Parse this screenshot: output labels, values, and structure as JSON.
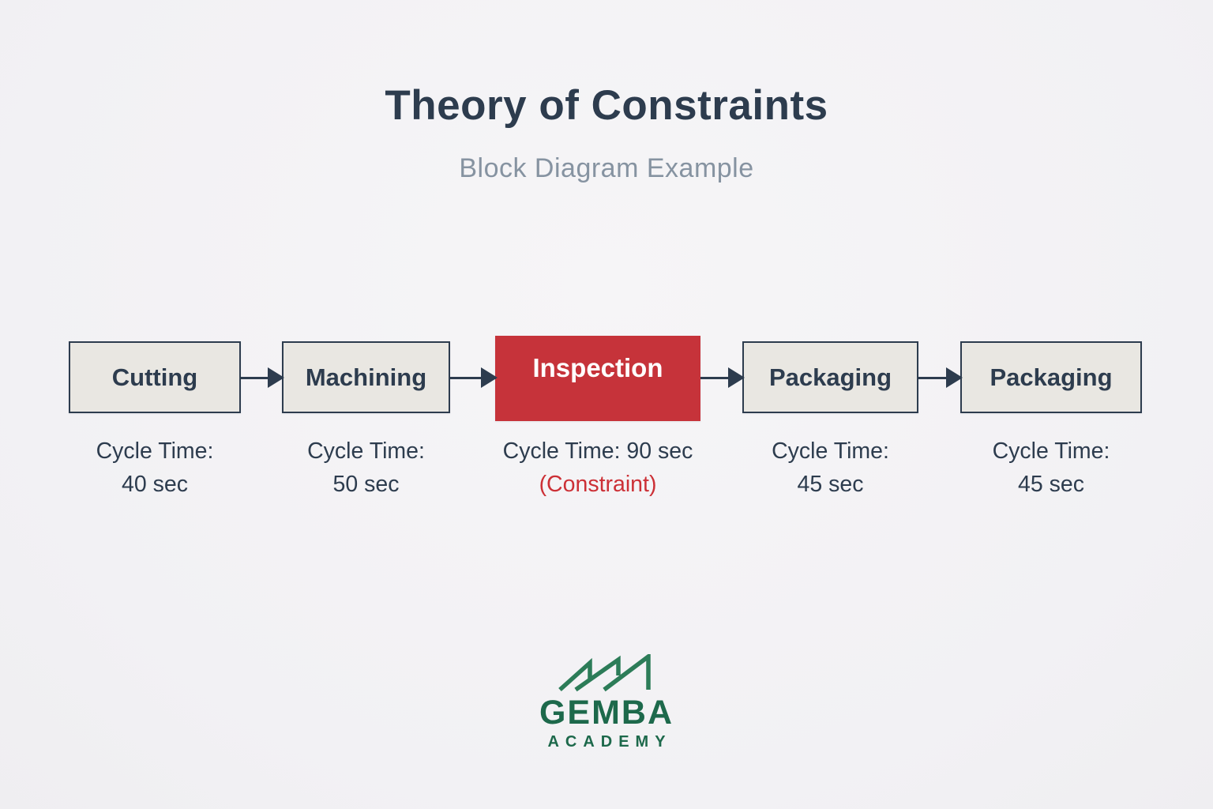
{
  "header": {
    "title": "Theory of Constraints",
    "subtitle": "Block Diagram Example"
  },
  "blocks": [
    {
      "label": "Cutting",
      "cycle_line1": "Cycle Time:",
      "cycle_line2": "40 sec",
      "constraint": false
    },
    {
      "label": "Machining",
      "cycle_line1": "Cycle Time:",
      "cycle_line2": "50 sec",
      "constraint": false
    },
    {
      "label": "Inspection",
      "cycle_line1": "Cycle Time: 90 sec",
      "cycle_line2": "(Constraint)",
      "constraint": true
    },
    {
      "label": "Packaging",
      "cycle_line1": "Cycle Time:",
      "cycle_line2": "45 sec",
      "constraint": false
    },
    {
      "label": "Packaging",
      "cycle_line1": "Cycle Time:",
      "cycle_line2": "45 sec",
      "constraint": false
    }
  ],
  "logo": {
    "company": "Gemba Academy",
    "word": "GEMBA",
    "sub": "ACADEMY",
    "mark": "mountain-zigzag-icon"
  },
  "colors": {
    "background": "#f4f3f5",
    "block_fill": "#e9e7e2",
    "block_border": "#2d3c4e",
    "constraint_red": "#c6333a",
    "constraint_text_red": "#cc3036",
    "text_navy": "#2d3c4e",
    "subtitle_gray": "#8693a1",
    "logo_green": "#1d694b"
  }
}
